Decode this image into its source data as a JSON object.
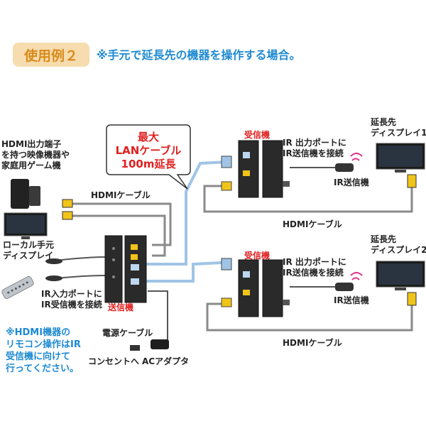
{
  "header": {
    "badge": "使用例２",
    "note": "※手元で延長先の機器を操作する場合。"
  },
  "callout": {
    "line1": "最大",
    "line2": "LANケーブル",
    "line3": "100m延長"
  },
  "left": {
    "hdmi_source_line1": "HDMI出力端子",
    "hdmi_source_line2": "を持つ映像機器や",
    "hdmi_source_line3": "家庭用ゲーム機",
    "local_display_line1": "ローカル手元",
    "local_display_line2": "ディスプレイ",
    "ir_input_line1": "IR入力ポートに",
    "ir_input_line2": "IR受信機を接続",
    "transmitter": "送信機",
    "hdmi_cable": "HDMIケーブル",
    "power_cable": "電源ケーブル",
    "outlet": "コンセントへ",
    "ac_adapter": "ACアダプタ",
    "remote_note_line1": "※HDMI機器の",
    "remote_note_line2": "リモコン操作はIR",
    "remote_note_line3": "受信機に向けて",
    "remote_note_line4": "行ってください。"
  },
  "receiver1": {
    "title": "受信機",
    "ir_line1": "IR 出力ポートに",
    "ir_line2": "IR送信機を接続",
    "ir_sender": "IR送信機",
    "display_line1": "延長先",
    "display_line2": "ディスプレイ1",
    "hdmi_cable": "HDMIケーブル"
  },
  "receiver2": {
    "title": "受信機",
    "ir_line1": "IR 出力ポートに",
    "ir_line2": "IR送信機を接続",
    "ir_sender": "IR送信機",
    "display_line1": "延長先",
    "display_line2": "ディスプレイ2",
    "hdmi_cable": "HDMIケーブル"
  },
  "colors": {
    "badge_bg": "#f6dcae",
    "badge_text": "#d98a1a",
    "accent_blue": "#1e8ad1",
    "accent_red": "#e02020",
    "lan_cable": "#9fc4e6",
    "hdmi_cable": "#8a8a8a",
    "connector_yellow": "#f0c419"
  }
}
